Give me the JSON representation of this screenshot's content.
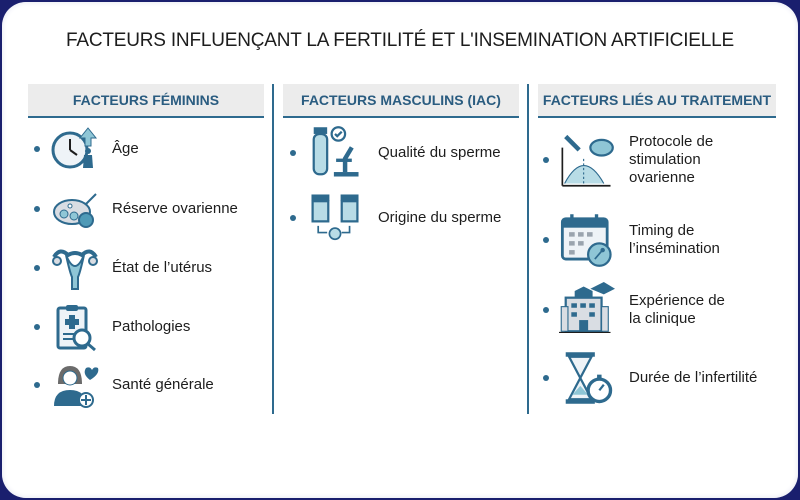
{
  "title": "FACTEURS INFLUENÇANT LA FERTILITÉ ET L'INSEMINATION ARTIFICIELLE",
  "colors": {
    "accent": "#2e6a8e",
    "header_bg": "#ececec",
    "frame": "#1a1f6e"
  },
  "columns": [
    {
      "heading": "FACTEURS FÉMININS",
      "items": [
        {
          "label": "Âge",
          "icon": "clock-age-icon"
        },
        {
          "label": "Réserve ovarienne",
          "icon": "ovary-follicles-icon"
        },
        {
          "label": "État de l’utérus",
          "icon": "uterus-icon"
        },
        {
          "label": "Pathologies",
          "icon": "clipboard-magnifier-icon"
        },
        {
          "label": "Santé générale",
          "icon": "woman-heart-icon"
        }
      ]
    },
    {
      "heading": "FACTEURS MASCULINS (IAC)",
      "items": [
        {
          "label": "Qualité du sperme",
          "icon": "sample-microscope-icon"
        },
        {
          "label": "Origine du sperme",
          "icon": "sample-containers-icon"
        }
      ]
    },
    {
      "heading": "FACTEURS LIÉS AU TRAITEMENT",
      "items": [
        {
          "label": "Protocole de stimulation ovarienne",
          "icon": "syringe-curve-icon"
        },
        {
          "label": "Timing de l’insémination",
          "icon": "calendar-sperm-icon"
        },
        {
          "label": "Expérience de la clinique",
          "icon": "clinic-graduation-icon"
        },
        {
          "label": "Durée de l’infertilité",
          "icon": "hourglass-stopwatch-icon"
        }
      ]
    }
  ]
}
